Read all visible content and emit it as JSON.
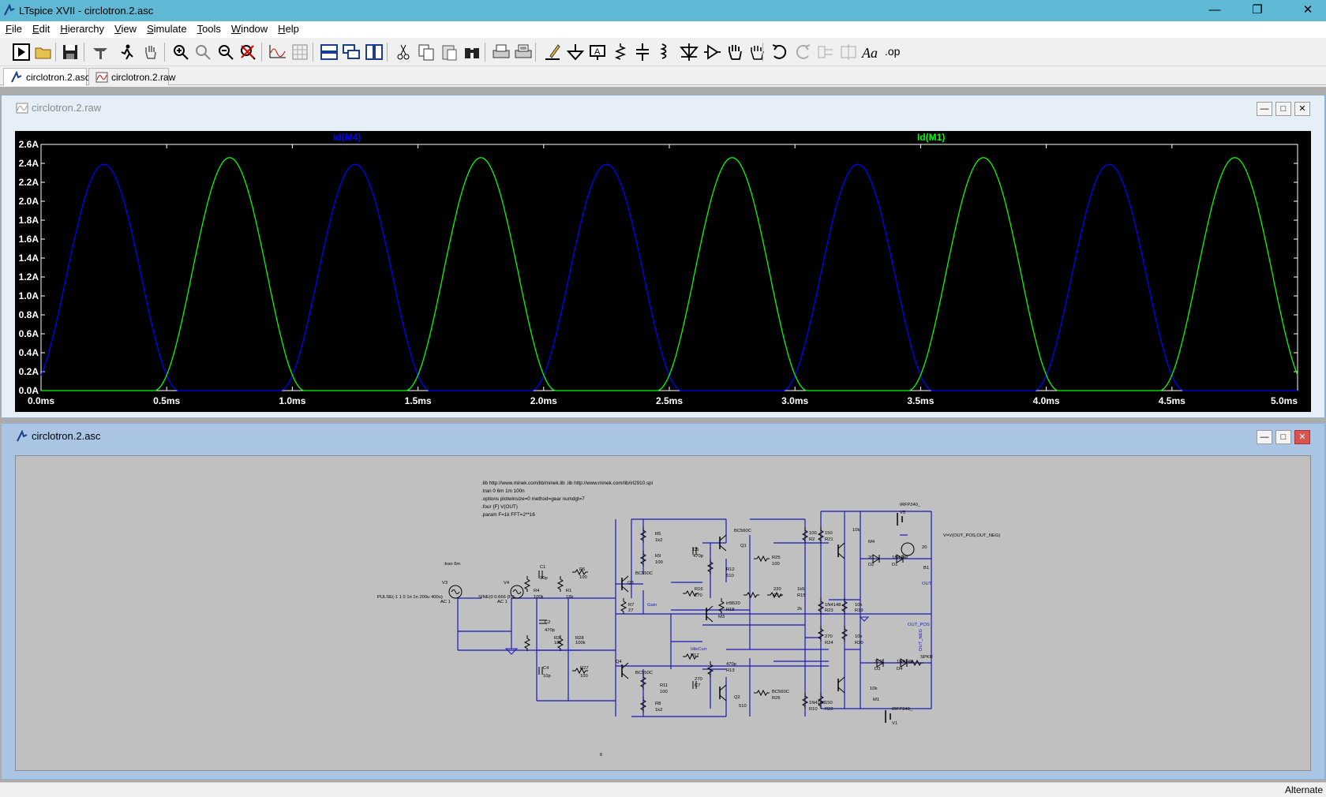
{
  "window": {
    "title": "LTspice XVII - circlotron.2.asc"
  },
  "menu": [
    "File",
    "Edit",
    "Hierarchy",
    "View",
    "Simulate",
    "Tools",
    "Window",
    "Help"
  ],
  "menu_hotkeys": [
    "F",
    "E",
    "H",
    "V",
    "S",
    "T",
    "W",
    "H"
  ],
  "toolbar_icons": [
    "run-icon",
    "open-icon",
    "save-icon",
    "control-panel-icon",
    "halt-icon",
    "pan-icon",
    "zoom-in-icon",
    "zoom-area-icon",
    "zoom-out-icon",
    "zoom-cancel-icon",
    "autorange-icon",
    "grid-icon",
    "tile-horizontal-icon",
    "cascade-icon",
    "tile-vertical-icon",
    "cut-icon",
    "copy-icon",
    "paste-icon",
    "find-icon",
    "print-icon",
    "print-preview-icon",
    "draw-wire-icon",
    "ground-icon",
    "label-net-icon",
    "resistor-icon",
    "capacitor-icon",
    "inductor-icon",
    "diode-icon",
    "component-icon",
    "move-icon",
    "drag-icon",
    "undo-icon",
    "redo-icon",
    "rotate-icon",
    "mirror-icon",
    "text-icon",
    "spice-directive-icon"
  ],
  "tabs": [
    {
      "label": "circlotron.2.asc",
      "active": true
    },
    {
      "label": "circlotron.2.raw",
      "active": false
    }
  ],
  "plot_window": {
    "title": "circlotron.2.raw"
  },
  "schematic_window": {
    "title": "circlotron.2.asc"
  },
  "status": {
    "text": "Alternate"
  },
  "chart_data": {
    "type": "line",
    "xlim": [
      0,
      5
    ],
    "ylim": [
      0,
      2.6
    ],
    "x_ticks": [
      "0.0ms",
      "0.5ms",
      "1.0ms",
      "1.5ms",
      "2.0ms",
      "2.5ms",
      "3.0ms",
      "3.5ms",
      "4.0ms",
      "4.5ms",
      "5.0ms"
    ],
    "y_ticks": [
      "0.0A",
      "0.2A",
      "0.4A",
      "0.6A",
      "0.8A",
      "1.0A",
      "1.2A",
      "1.4A",
      "1.6A",
      "1.8A",
      "2.0A",
      "2.2A",
      "2.4A",
      "2.6A"
    ],
    "grid": false,
    "series": [
      {
        "name": "Id(M4)",
        "color": "#0000ff",
        "peak": 2.39,
        "peak_x": [
          0.25,
          1.25,
          2.25,
          3.25,
          4.25
        ],
        "start_x": 0,
        "start_y": 0.3,
        "end_y": 0.2,
        "conduction_halfwidth": 0.3
      },
      {
        "name": "Id(M1)",
        "color": "#00ff00",
        "peak": 2.46,
        "peak_x": [
          0.75,
          1.75,
          2.75,
          3.75,
          4.75
        ],
        "end_y": 0.28,
        "conduction_halfwidth": 0.3
      }
    ]
  },
  "schematic": {
    "directives": [
      ".lib http://www.minek.com/lib/minek.lib     .lib http://www.minek.com/lib/irl2910.spi",
      ".tran 0 6m 1m 100n",
      ".options plotwinsize=0 method=gear numdgt=7",
      ".four {F} V(OUT)",
      ".param F=1k FFT=2**16"
    ],
    "labels": [
      ";tran 6m",
      "V3",
      "V4",
      "PULSE(-1 1 0 1n 1n 200u 400u)",
      "AC 1",
      "SINE(0 0.666 {F})",
      "AC 1",
      "C1",
      "10p",
      "R4",
      "100k",
      "R1",
      "18k",
      "R6",
      "100",
      "C2",
      "470p",
      "R3",
      "18k",
      "R28",
      "100k",
      "C4",
      "10p",
      "R27",
      "100",
      "Q3",
      "BC550C",
      "Q4",
      "BC550C",
      "R5",
      "1k2",
      "R9",
      "100",
      "R7",
      "27",
      "Gain",
      "R11",
      "100",
      "R8",
      "1k2",
      "C5",
      "470p",
      "Q1",
      "BC560C",
      "R12",
      "510",
      "R25",
      "100",
      "R16",
      "270",
      "M3",
      "irf9520",
      "R18",
      "220",
      "R14",
      "1k5",
      "R15",
      "2k",
      "IdleCurr",
      "R17",
      "270",
      "C7",
      "470p",
      "R13",
      "510",
      "Q2",
      "BC560C",
      "R26",
      "100",
      "R2",
      "150",
      "R21",
      "10k",
      "M4",
      "IRFP240_",
      "V5",
      "20",
      "D2",
      "1N4148",
      "D1",
      "1N4148",
      "R23",
      "10k",
      "R19",
      "270",
      "R24",
      "10k",
      "R20",
      "270",
      "D3",
      "1N4148",
      "D4",
      "1N4148",
      "R10",
      "150",
      "R22",
      "10k",
      "M1",
      "IRFP240_",
      "V1",
      "20",
      "B1",
      "V=V(OUT_POS,OUT_NEG)",
      "OUT",
      "OUT_POS",
      "OUT_NEG",
      "SPKR",
      "6"
    ]
  }
}
